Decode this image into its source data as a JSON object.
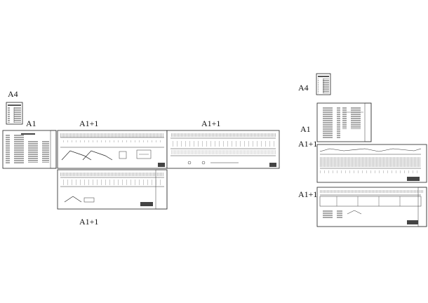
{
  "labels": {
    "left_a4": "A4",
    "left_a1": "A1",
    "left_a1p1_top": "A1+1",
    "left_a1p1_right": "A1+1",
    "left_a1p1_bottom": "A1+1",
    "right_a4": "A4",
    "right_a1": "A1",
    "right_a1p1_mid": "A1+1",
    "right_a1p1_bottom": "A1+1"
  },
  "colors": {
    "ink": "#111111",
    "line": "#222222",
    "gray": "#888888",
    "background": "#ffffff"
  }
}
